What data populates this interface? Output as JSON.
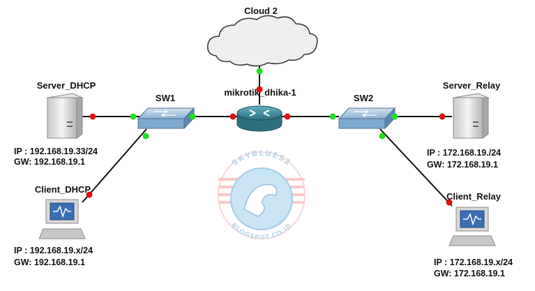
{
  "nodes": {
    "cloud": {
      "label": "Cloud 2"
    },
    "router": {
      "label": "mikrotik_dhika-1"
    },
    "sw1": {
      "label": "SW1"
    },
    "sw2": {
      "label": "SW2"
    },
    "server_dhcp": {
      "label": "Server_DHCP",
      "ip": "IP : 192.168.19.33/24",
      "gw": "GW: 192.168.19.1"
    },
    "client_dhcp": {
      "label": "Client_DHCP",
      "ip": "IP : 192.168.19.x/24",
      "gw": "GW: 192.168.19.1"
    },
    "server_relay": {
      "label": "Server_Relay",
      "ip": "IP : 172.168.19./24",
      "gw": "GW: 172.168.19.1"
    },
    "client_relay": {
      "label": "Client_Relay",
      "ip": "IP : 172.168.19.x/24",
      "gw": "GW: 172.168.19.1"
    }
  },
  "watermark": {
    "top": "SKYBLUES2",
    "bottom": "BLOGSPOT.CO.ID"
  },
  "colors": {
    "link_up": "#22dd22",
    "link_down": "#dd1111",
    "switch": "#7fa8cf",
    "router": "#3b8a9a",
    "cloud": "#eeeeee"
  }
}
